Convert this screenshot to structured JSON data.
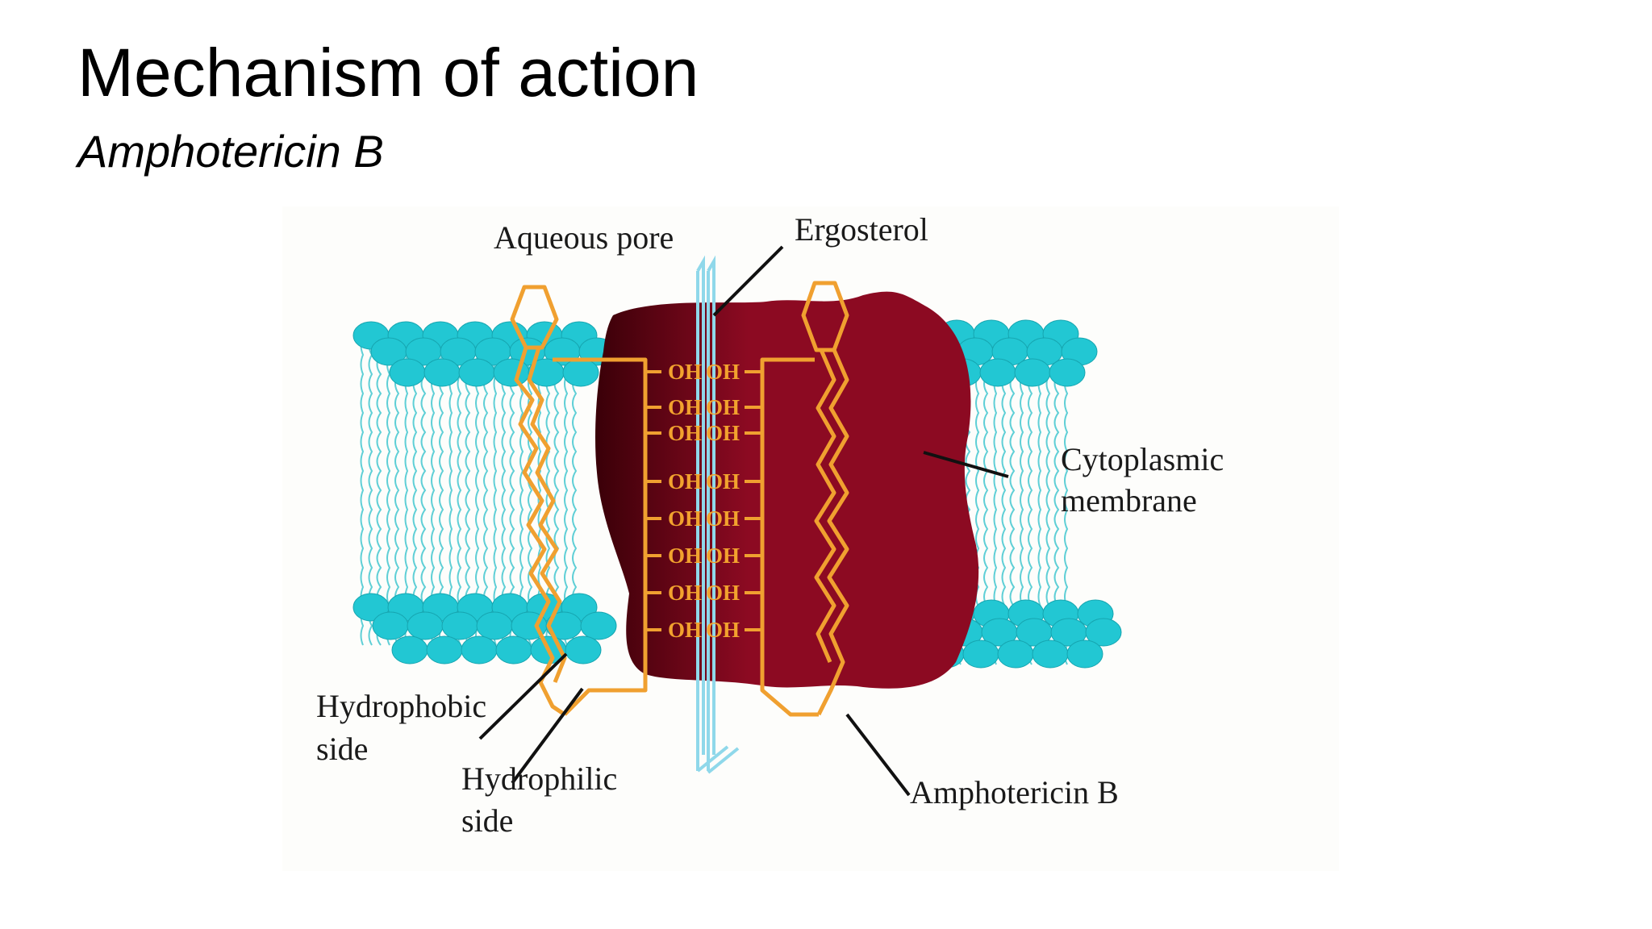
{
  "slide": {
    "title": "Mechanism of action",
    "subtitle": "Amphotericin B"
  },
  "diagram": {
    "labels": {
      "aqueous_pore": "Aqueous pore",
      "ergosterol": "Ergosterol",
      "cytoplasmic_line1": "Cytoplasmic",
      "cytoplasmic_line2": "membrane",
      "hydrophobic_line1": "Hydrophobic",
      "hydrophobic_line2": "side",
      "hydrophilic_line1": "Hydrophilic",
      "hydrophilic_line2": "side",
      "amphotericin": "Amphotericin B"
    },
    "oh_label": "OH",
    "colors": {
      "lipid_head": "#22c7d3",
      "lipid_tail": "#5fcfd6",
      "ergosterol_dark": "#3a0008",
      "ergosterol": "#8c0a22",
      "amphotericin": "#f0a030",
      "pore_channel": "#8fd8ea",
      "leader_line": "#111111"
    }
  }
}
